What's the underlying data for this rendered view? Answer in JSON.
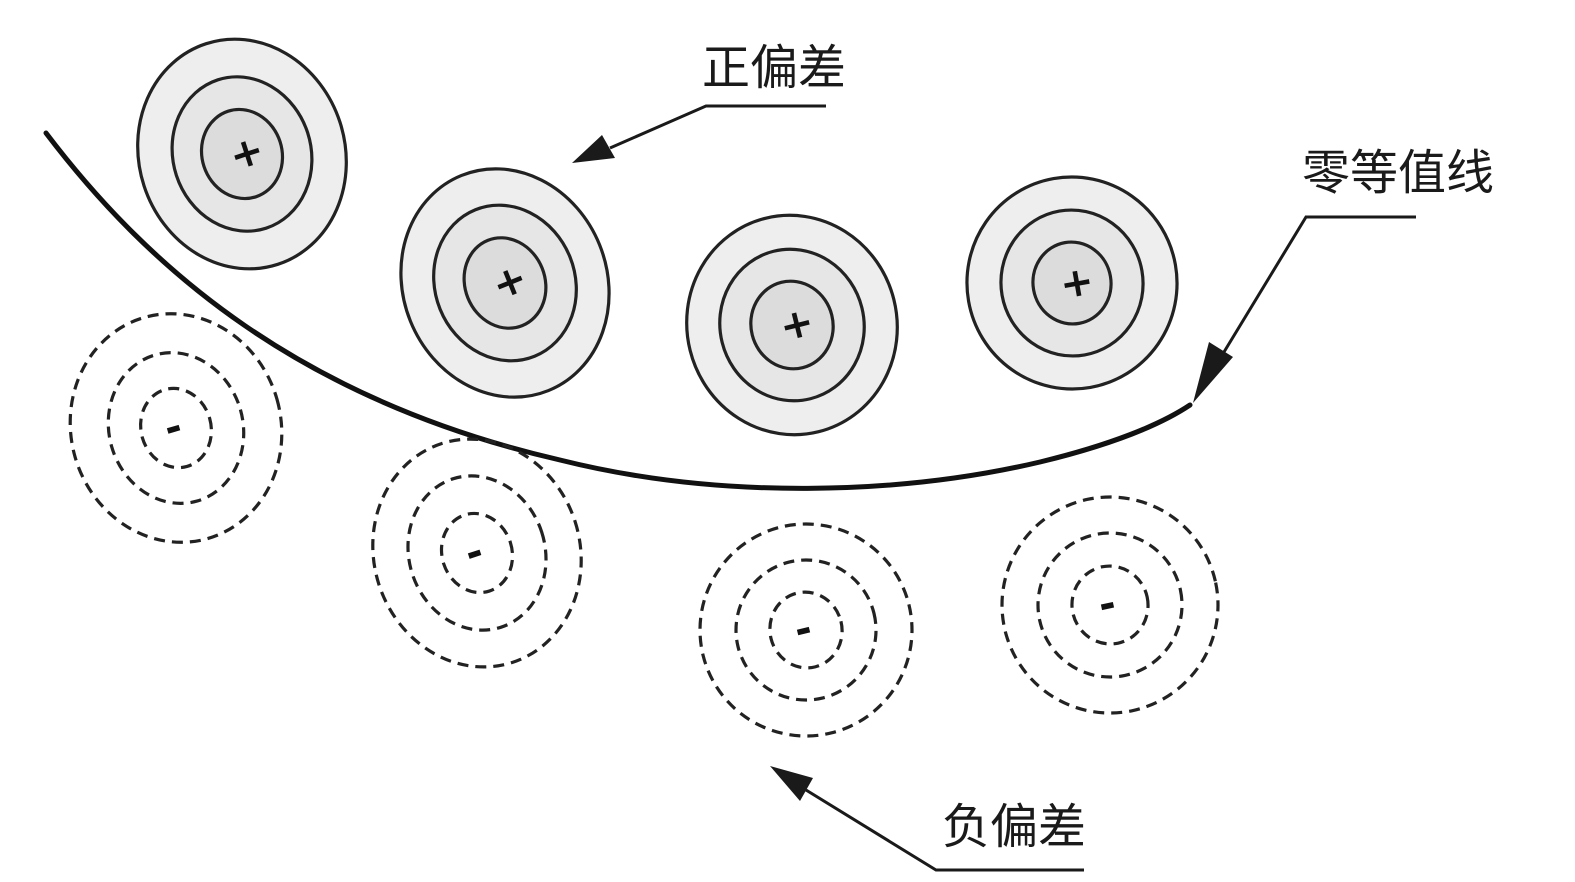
{
  "labels": {
    "positive": "正偏差",
    "zero_line": "零等值线",
    "negative": "负偏差"
  },
  "signs": {
    "positive": "+",
    "negative": "-"
  },
  "anomaly_counts": {
    "positive": 4,
    "negative": 4
  },
  "colors": {
    "stroke": "#222222",
    "background": "#ffffff"
  }
}
